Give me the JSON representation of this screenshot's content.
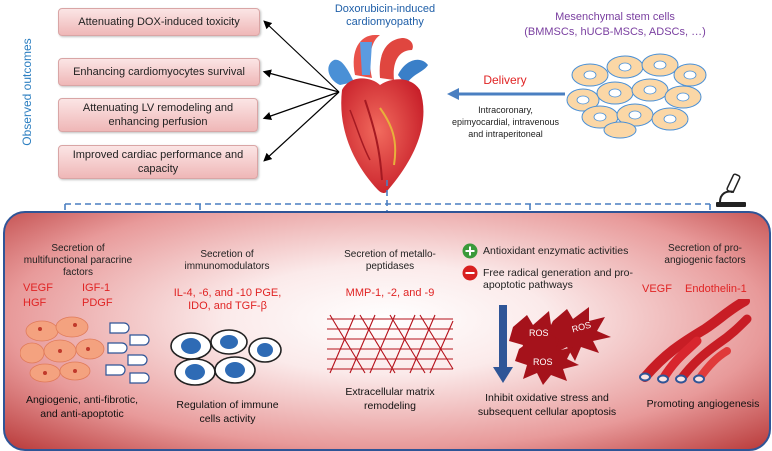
{
  "left_label": "Observed outcomes",
  "outcomes": [
    "Attenuating DOX-induced toxicity",
    "Enhancing cardiomyocytes survival",
    "Attenuating LV remodeling and enhancing perfusion",
    "Improved cardiac performance and capacity"
  ],
  "heart_title": "Doxorubicin-induced cardiomyopathy",
  "msc": {
    "title": "Mesenchymal stem cells",
    "subtitle": "(BMMSCs, hUCB-MSCs, ADSCs, …)"
  },
  "delivery": {
    "label": "Delivery",
    "routes": "Intracoronary, epimyocardial, intravenous and intraperitoneal"
  },
  "colors": {
    "panel_border": "#2f5597",
    "accent_blue": "#2d7fc1",
    "red_text": "#e02424",
    "purple_text": "#7a3fa0"
  },
  "panel": {
    "col1": {
      "title": "Secretion of multifunctional paracrine factors",
      "factors": [
        "VEGF",
        "IGF-1",
        "HGF",
        "PDGF"
      ],
      "caption": "Angiogenic, anti-fibrotic, and anti-apoptotic"
    },
    "col2": {
      "title": "Secretion of immunomodulators",
      "factors": "IL-4, -6, and -10 PGE, IDO, and TGF-β",
      "caption": "Regulation of immune cells activity"
    },
    "col3": {
      "title": "Secretion of metallo-peptidases",
      "factors": "MMP-1, -2, and -9",
      "caption": "Extracellular matrix remodeling"
    },
    "col4": {
      "plus_text": "Antioxidant enzymatic activities",
      "minus_text": "Free radical generation and pro-apoptotic pathways",
      "ros": [
        "ROS",
        "ROS",
        "ROS"
      ],
      "caption": "Inhibit oxidative stress and subsequent cellular apoptosis",
      "plus_icon": "plus-icon",
      "minus_icon": "minus-icon"
    },
    "col5": {
      "title": "Secretion of pro-angiogenic factors",
      "factors": [
        "VEGF",
        "Endothelin-1"
      ],
      "caption": "Promoting angiogenesis"
    }
  }
}
